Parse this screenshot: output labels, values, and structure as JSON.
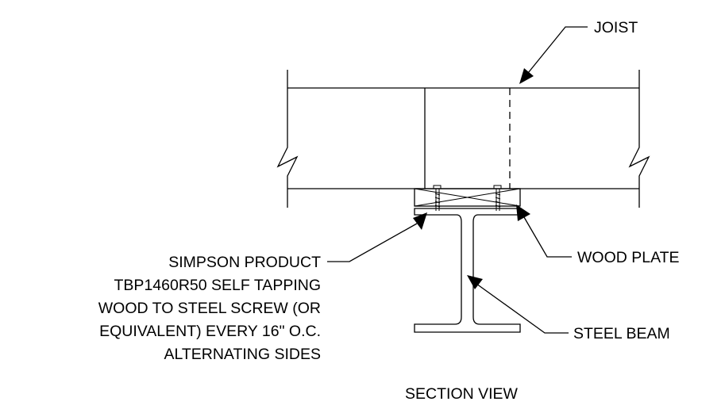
{
  "labels": {
    "joist": "JOIST",
    "wood_plate": "WOOD PLATE",
    "steel_beam": "STEEL BEAM",
    "screw_note": [
      "SIMPSON PRODUCT",
      "TBP1460R50 SELF TAPPING",
      "WOOD TO STEEL SCREW (OR",
      "EQUIVALENT) EVERY 16\" O.C.",
      "ALTERNATING SIDES"
    ],
    "title": "SECTION VIEW"
  }
}
